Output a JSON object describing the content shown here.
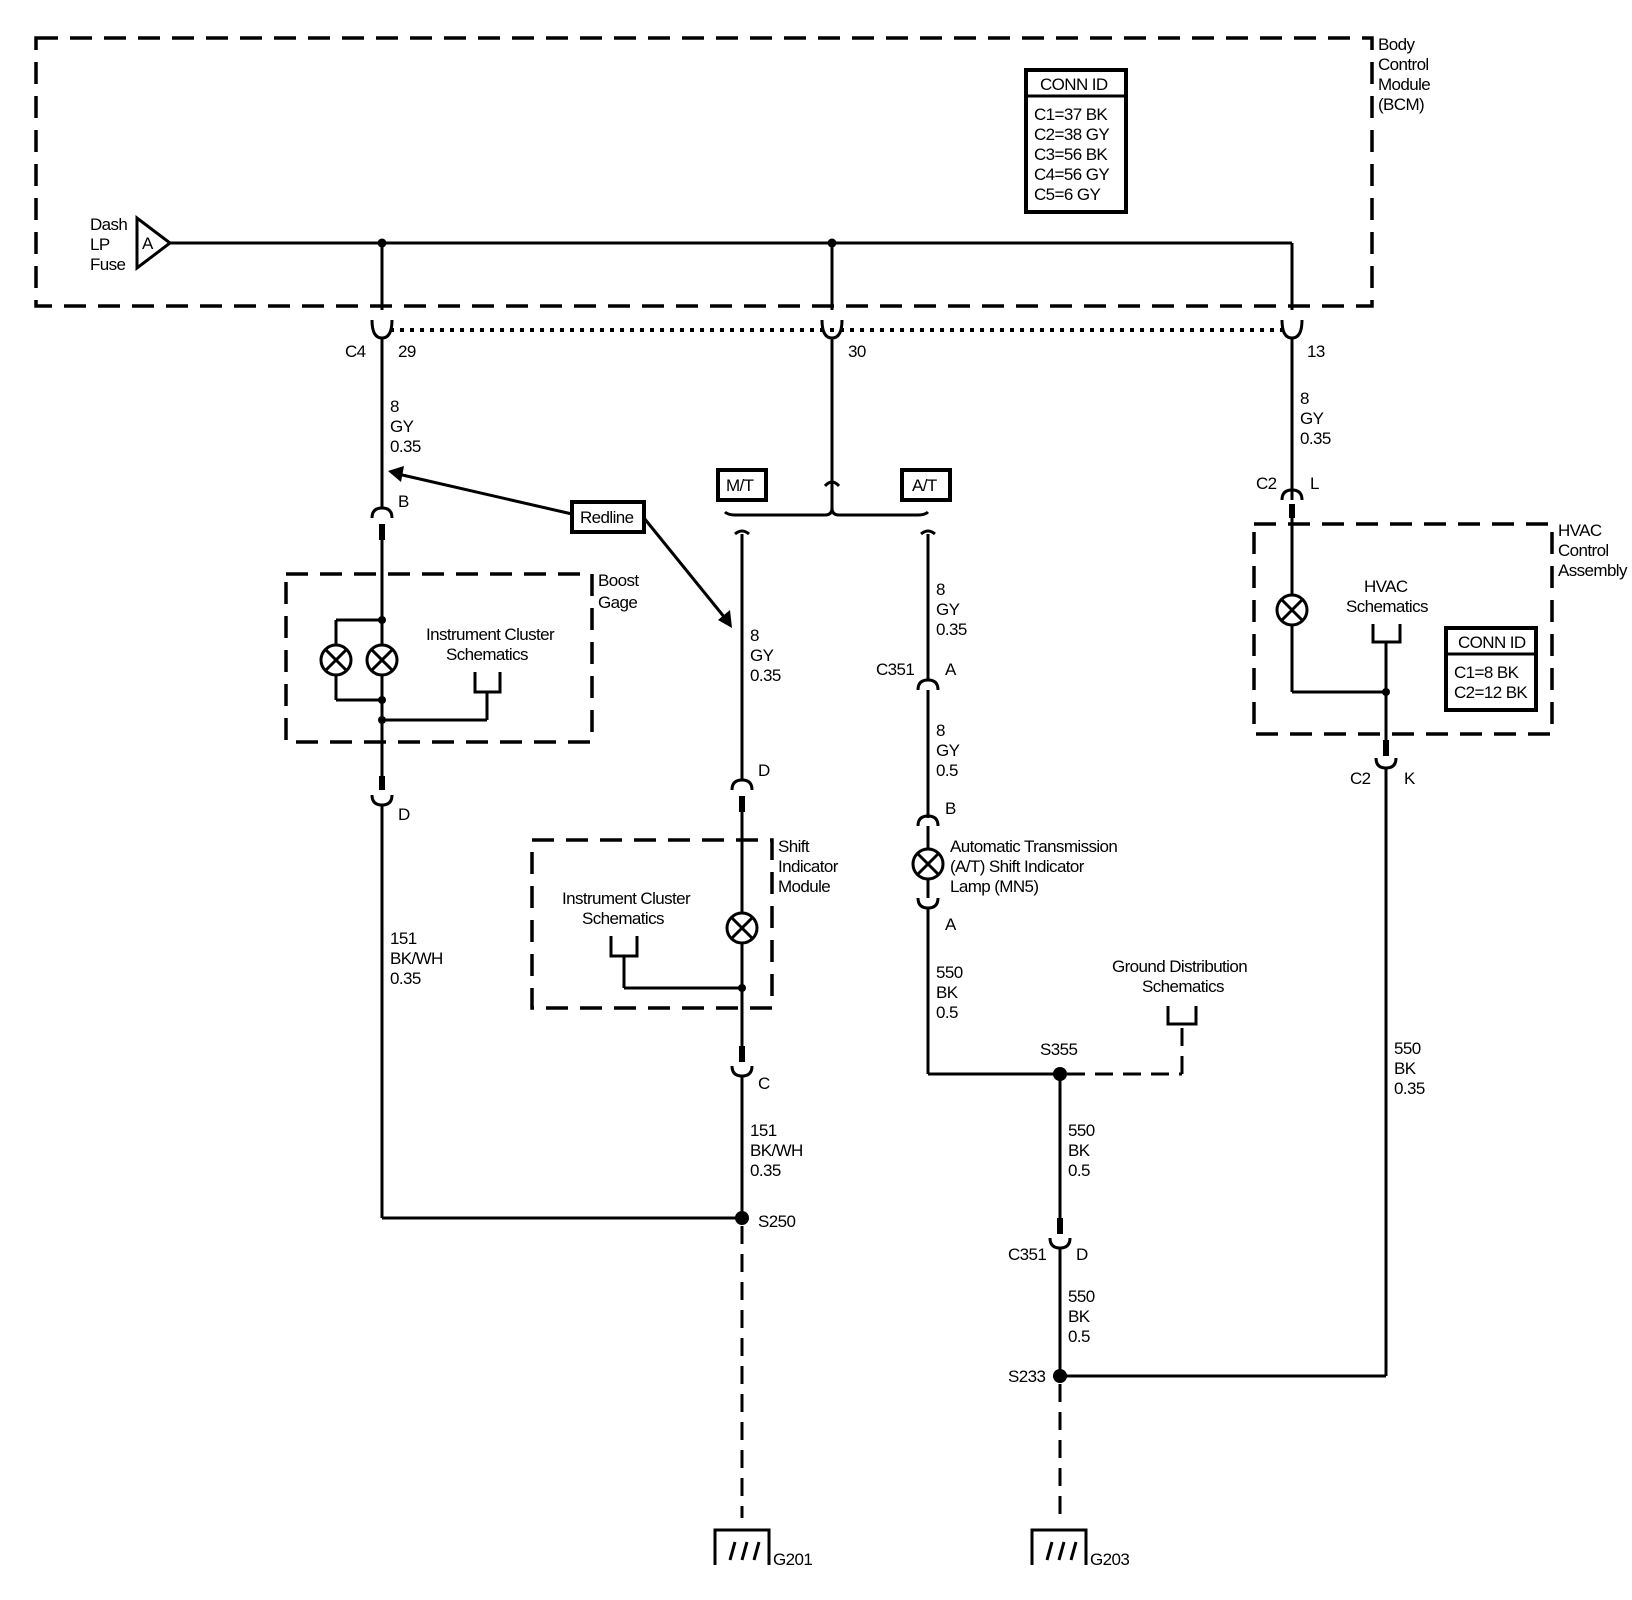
{
  "bcm": {
    "title_lines": [
      "Body",
      "Control",
      "Module",
      "(BCM)"
    ],
    "conn_id_title": "CONN ID",
    "conn_id": [
      "C1=37 BK",
      "C2=38 GY",
      "C3=56 BK",
      "C4=56 GY",
      "C5=6 GY"
    ],
    "fuse_lines": [
      "Dash",
      "LP",
      "Fuse"
    ],
    "fuse_pin": "A"
  },
  "bcm_connector": {
    "name": "C4",
    "pins": [
      "29",
      "30",
      "13"
    ]
  },
  "wires": {
    "gy_8_035": [
      "8",
      "GY",
      "0.35"
    ],
    "gy_8_05": [
      "8",
      "GY",
      "0.5"
    ],
    "bkwh_151_035": [
      "151",
      "BK/WH",
      "0.35"
    ],
    "bk_550_05": [
      "550",
      "BK",
      "0.5"
    ],
    "bk_550_035": [
      "550",
      "BK",
      "0.35"
    ]
  },
  "redline": "Redline",
  "boost_gage": {
    "title_lines": [
      "Boost",
      "Gage"
    ],
    "ref_lines": [
      "Instrument Cluster",
      "Schematics"
    ],
    "pin_top": "B",
    "pin_bottom": "D"
  },
  "options": {
    "mt": "M/T",
    "at": "A/T"
  },
  "shift_module": {
    "title_lines": [
      "Shift",
      "Indicator",
      "Module"
    ],
    "ref_lines": [
      "Instrument Cluster",
      "Schematics"
    ],
    "pin_top": "D",
    "pin_bottom": "C"
  },
  "at_lamp": {
    "conn": "C351",
    "pin_a": "A",
    "pin_b": "B",
    "pin_a2": "A",
    "label_lines": [
      "Automatic Transmission",
      "(A/T) Shift Indicator",
      "Lamp (MN5)"
    ]
  },
  "hvac": {
    "title_lines": [
      "HVAC",
      "Control",
      "Assembly"
    ],
    "ref_lines": [
      "HVAC",
      "Schematics"
    ],
    "conn_id_title": "CONN ID",
    "conn_id": [
      "C1=8 BK",
      "C2=12 BK"
    ],
    "conn_top": "C2",
    "pin_top": "L",
    "conn_bottom": "C2",
    "pin_bottom": "K"
  },
  "ground_dist": [
    "Ground Distribution",
    "Schematics"
  ],
  "splices": {
    "s355": "S355",
    "s250": "S250",
    "s233": "S233"
  },
  "c351_d": {
    "conn": "C351",
    "pin": "D"
  },
  "grounds": {
    "g201": "G201",
    "g203": "G203"
  }
}
